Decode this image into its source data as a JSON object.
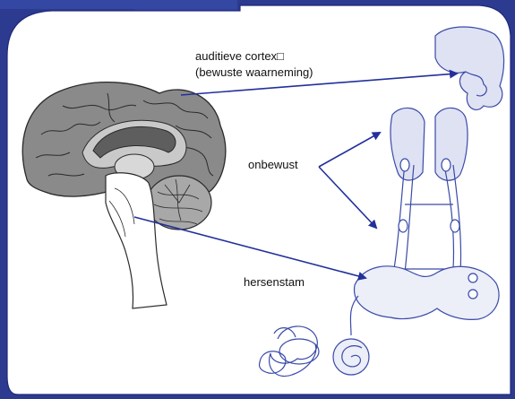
{
  "labels": {
    "auditory_cortex_line1": "auditieve cortex□",
    "auditory_cortex_line2": "(bewuste waarneming)",
    "unconscious": "onbewust",
    "brainstem": "hersenstam"
  },
  "colors": {
    "background": "#2c3a8f",
    "panel": "#ffffff",
    "arrow": "#23309a",
    "brain_fill": "#8e8e8e",
    "pathway_fill": "#dfe2f3",
    "pathway_stroke": "#3a4aa8"
  }
}
